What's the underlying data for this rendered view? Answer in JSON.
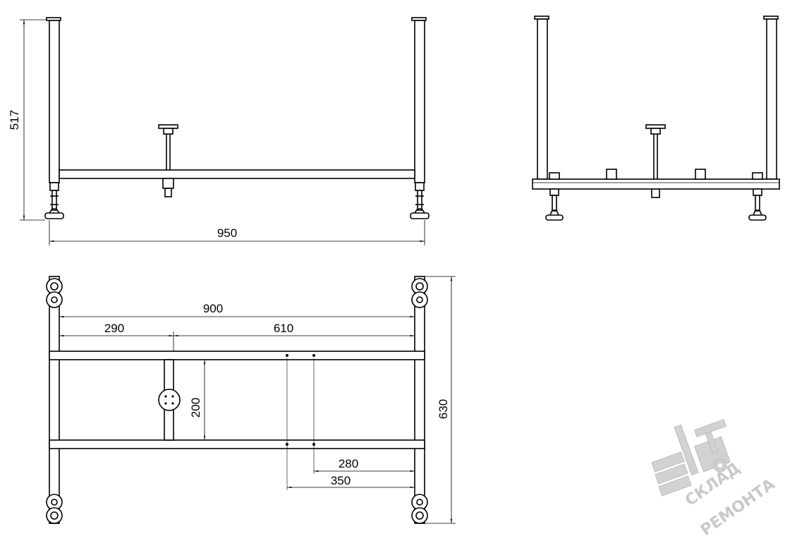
{
  "front_view": {
    "height_label": "517",
    "width_label": "950"
  },
  "plan_view": {
    "inner_width_label": "900",
    "left_span_label": "290",
    "right_span_label": "610",
    "rail_spacing_label": "200",
    "depth_label": "630",
    "hole_offset_a_label": "280",
    "hole_offset_b_label": "350"
  },
  "watermark": {
    "line1": "СКЛАД",
    "line2": "РЕМОНТА",
    "icon": "forklift-icon"
  },
  "colors": {
    "line": "#000000",
    "dim_line": "#000000",
    "watermark": "#c9c9c9"
  }
}
